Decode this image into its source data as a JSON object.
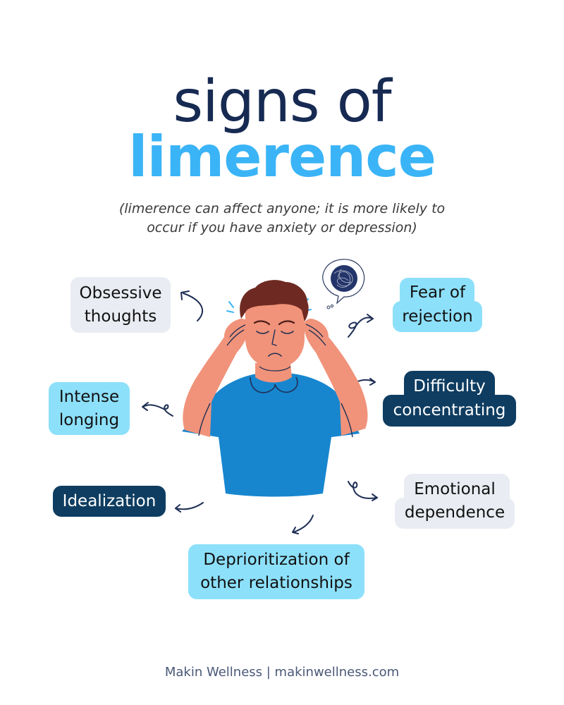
{
  "title": {
    "line1": "signs of",
    "line2": "limerence"
  },
  "subtitle": {
    "line1": "(limerence can affect anyone; it is more likely to",
    "line2": "occur if you have anxiety or depression)"
  },
  "signs": [
    {
      "id": "obsessive-thoughts",
      "lines": [
        "Obsessive",
        "thoughts"
      ],
      "style": "gray"
    },
    {
      "id": "fear-of-rejection",
      "lines": [
        "Fear of",
        "rejection"
      ],
      "style": "cyan"
    },
    {
      "id": "intense-longing",
      "lines": [
        "Intense",
        "longing"
      ],
      "style": "cyan"
    },
    {
      "id": "difficulty-concentrating",
      "lines": [
        "Difficulty",
        "concentrating"
      ],
      "style": "navy"
    },
    {
      "id": "idealization",
      "lines": [
        "Idealization"
      ],
      "style": "navy"
    },
    {
      "id": "emotional-dependence",
      "lines": [
        "Emotional",
        "dependence"
      ],
      "style": "gray"
    },
    {
      "id": "deprioritization",
      "lines": [
        "Deprioritization of",
        "other relationships"
      ],
      "style": "cyan"
    }
  ],
  "illustration": {
    "subject": "stressed-man-holding-head-icon",
    "thought_bubble": "tangled-thought-bubble-icon"
  },
  "colors": {
    "title_dark": "#162a52",
    "title_accent": "#3ab4f6",
    "tag_gray": "#e9ecf2",
    "tag_cyan": "#8de0fa",
    "tag_navy": "#0f3d61",
    "shirt": "#1786cf",
    "skin": "#f0937a",
    "hair": "#6e2a22"
  },
  "footer": {
    "text": "Makin Wellness | makinwellness.com"
  }
}
